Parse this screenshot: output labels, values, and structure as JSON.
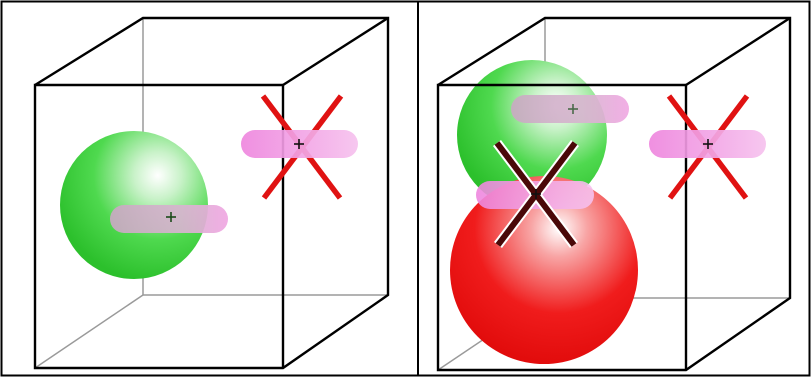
{
  "colors": {
    "frame": "#000000",
    "cube_edge": "#000000",
    "cube_hidden_edge": "#9a9a9a",
    "green_sphere": "#3cd43c",
    "red_sphere": "#ee1111",
    "pill": "#ec82dc",
    "cross": "#e01010",
    "dark_cross": "#4a0808",
    "marker": "#111111"
  },
  "panels": [
    {
      "id": "left",
      "spheres": [
        {
          "color": "green"
        }
      ],
      "pills": 2,
      "crosses": [
        {
          "style": "red"
        }
      ],
      "markers": 2
    },
    {
      "id": "right",
      "spheres": [
        {
          "color": "green"
        },
        {
          "color": "red"
        }
      ],
      "pills": 3,
      "crosses": [
        {
          "style": "red"
        },
        {
          "style": "dark-outlined"
        }
      ],
      "markers": 3
    }
  ]
}
